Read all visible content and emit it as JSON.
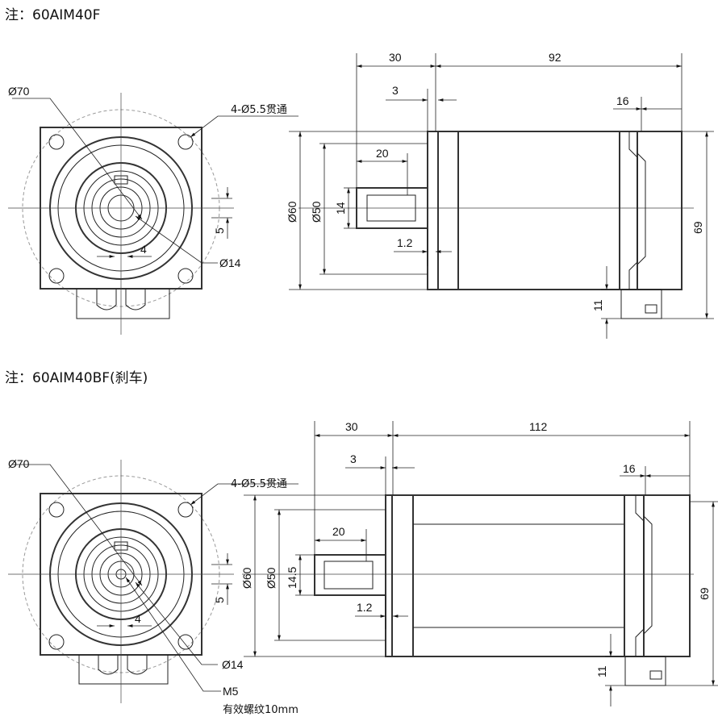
{
  "top": {
    "caption": "注：60AIM40F",
    "front": {
      "flange_dia": "Ø70",
      "holes": "4-Ø5.5贯通",
      "key_height": "5",
      "key_width": "4",
      "shaft_dia": "Ø14"
    },
    "side": {
      "flange_len": "30",
      "body_len": "92",
      "flange_thick": "3",
      "rear_len": "16",
      "shaft_len": "20",
      "pilot_dia": "Ø60",
      "body_dia": "Ø50",
      "shaft_size": "14",
      "shoulder": "1.2",
      "height": "69",
      "bottom_offset": "11"
    }
  },
  "bottom": {
    "caption": "注：60AIM40BF(刹车)",
    "front": {
      "flange_dia": "Ø70",
      "holes": "4-Ø5.5贯通",
      "key_height": "5",
      "key_width": "4",
      "shaft_dia": "Ø14",
      "thread": "M5",
      "thread_note": "有效螺纹10mm"
    },
    "side": {
      "flange_len": "30",
      "body_len": "112",
      "flange_thick": "3",
      "rear_len": "16",
      "shaft_len": "20",
      "pilot_dia": "Ø60",
      "body_dia": "Ø50",
      "shaft_size": "14.5",
      "shoulder": "1.2",
      "height": "69",
      "bottom_offset": "11"
    }
  }
}
